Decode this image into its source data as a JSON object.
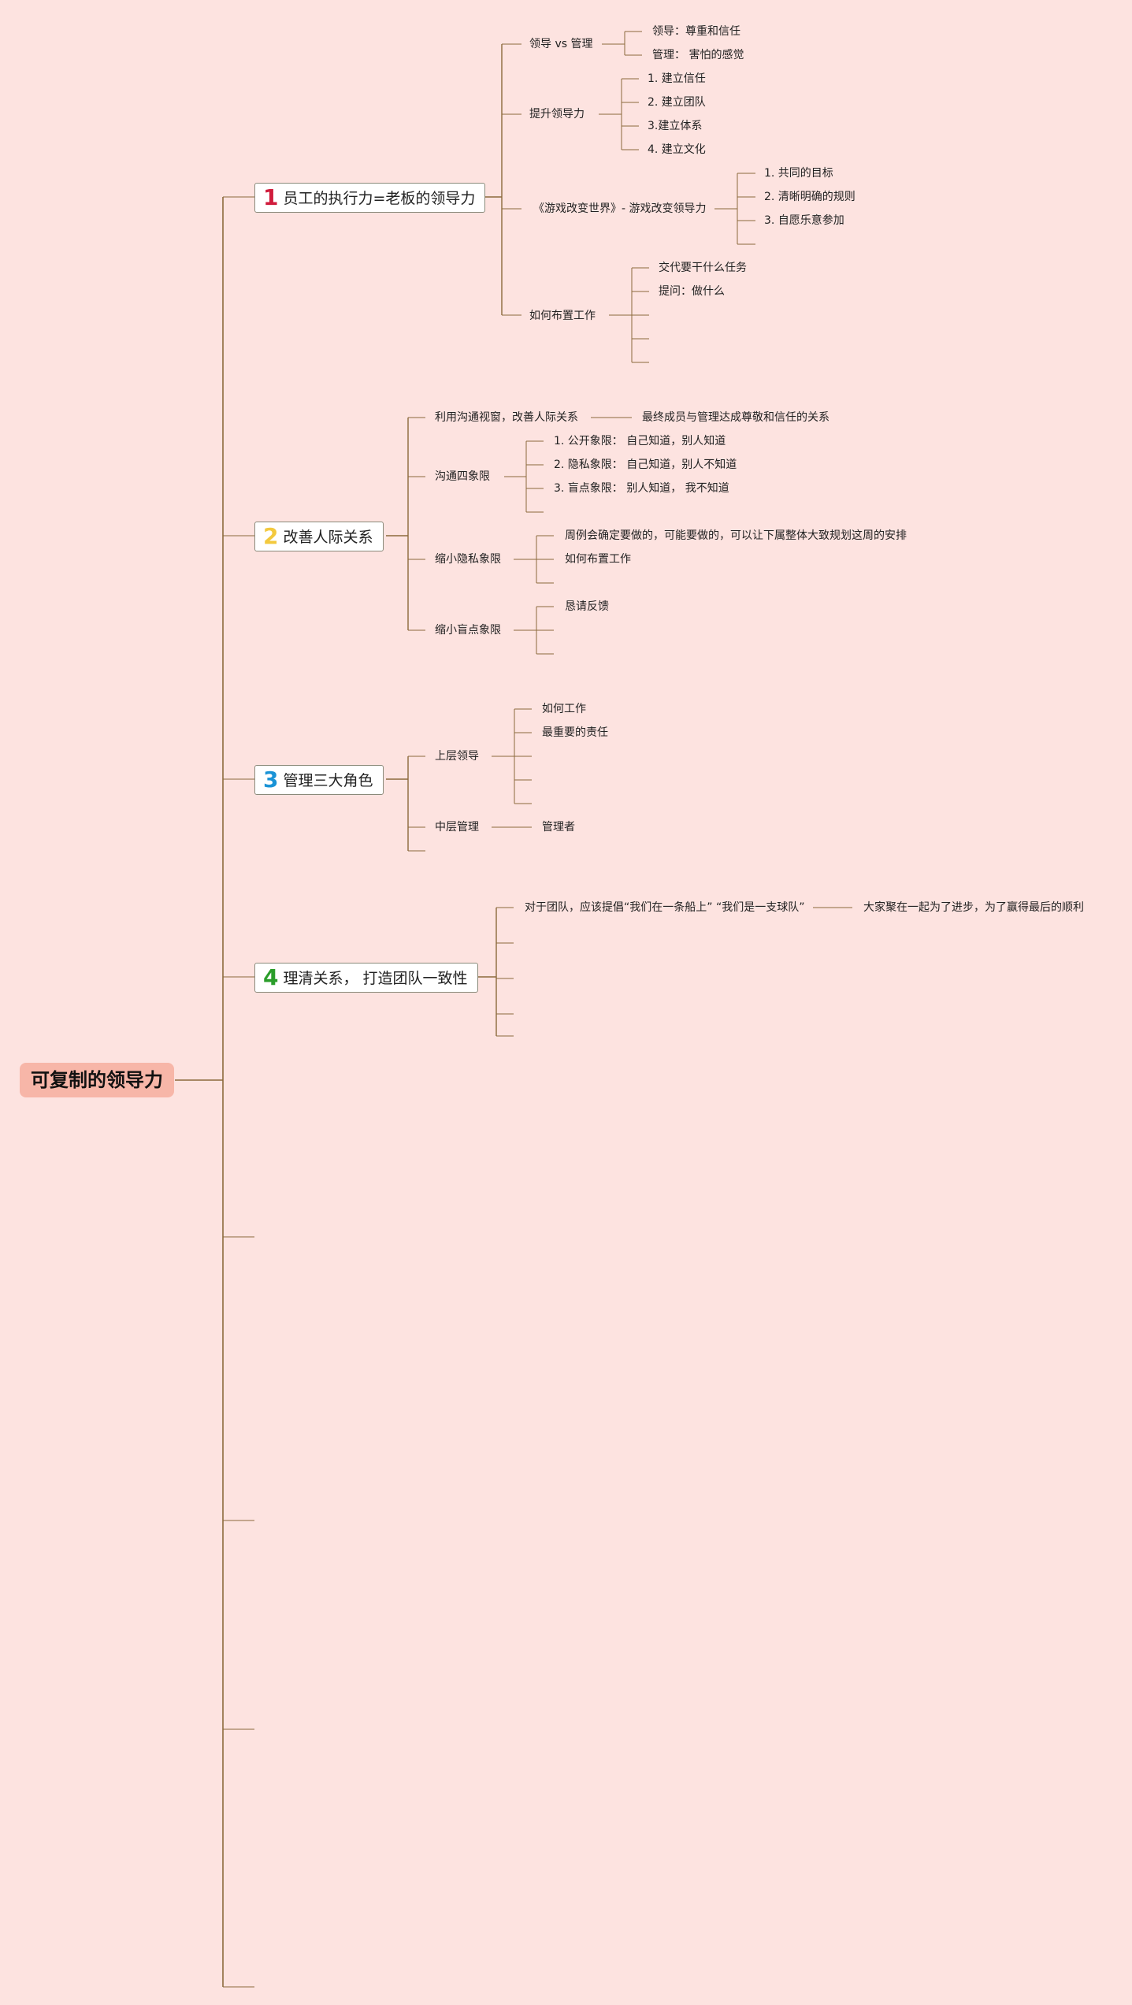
{
  "root": "可复制的领导力",
  "colors": {
    "line": "#8b6a3c",
    "num1": "#d01c3c",
    "num2": "#f3c93e",
    "num3": "#1a93d6",
    "num4": "#2a9d2a"
  },
  "b1": {
    "num": "1",
    "label": "员工的执行力=老板的领导力",
    "s1": "领导 vs 管理",
    "s1a": "领导：尊重和信任",
    "s1b": "管理： 害怕的感觉",
    "s2": "提升领导力",
    "s2a": "1. 建立信任",
    "s2b": "2. 建立团队",
    "s2c": "3.建立体系",
    "s2d": "4. 建立文化",
    "s3": "《游戏改变世界》- 游戏改变领导力",
    "s3a": "1. 共同的目标",
    "s3b": "2. 清晰明确的规则",
    "s3c": "3. 自愿乐意参加",
    "s4": "如何布置工作",
    "s4a": "交代要干什么任务",
    "s4b": "提问：做什么"
  },
  "b2": {
    "num": "2",
    "label": "改善人际关系",
    "s1": "利用沟通视窗，改善人际关系",
    "s1a": "最终成员与管理达成尊敬和信任的关系",
    "s2": "沟通四象限",
    "s2a": "1. 公开象限： 自己知道，别人知道",
    "s2b": "2. 隐私象限： 自己知道，别人不知道",
    "s2c": "3. 盲点象限： 别人知道， 我不知道",
    "s3": "缩小隐私象限",
    "s3a": "周例会确定要做的，可能要做的，可以让下属整体大致规划这周的安排",
    "s3b": "如何布置工作",
    "s4": "缩小盲点象限",
    "s4a": "恳请反馈"
  },
  "b3": {
    "num": "3",
    "label": "管理三大角色",
    "s1": "上层领导",
    "s1a": "如何工作",
    "s1b": "最重要的责任",
    "s2": "中层管理",
    "s2a": "管理者"
  },
  "b4": {
    "num": "4",
    "label": "理清关系， 打造团队一致性",
    "s1": "对于团队，应该提倡“我们在一条船上” “我们是一支球队”",
    "s1a": "大家聚在一起为了进步，为了赢得最后的顺利"
  }
}
